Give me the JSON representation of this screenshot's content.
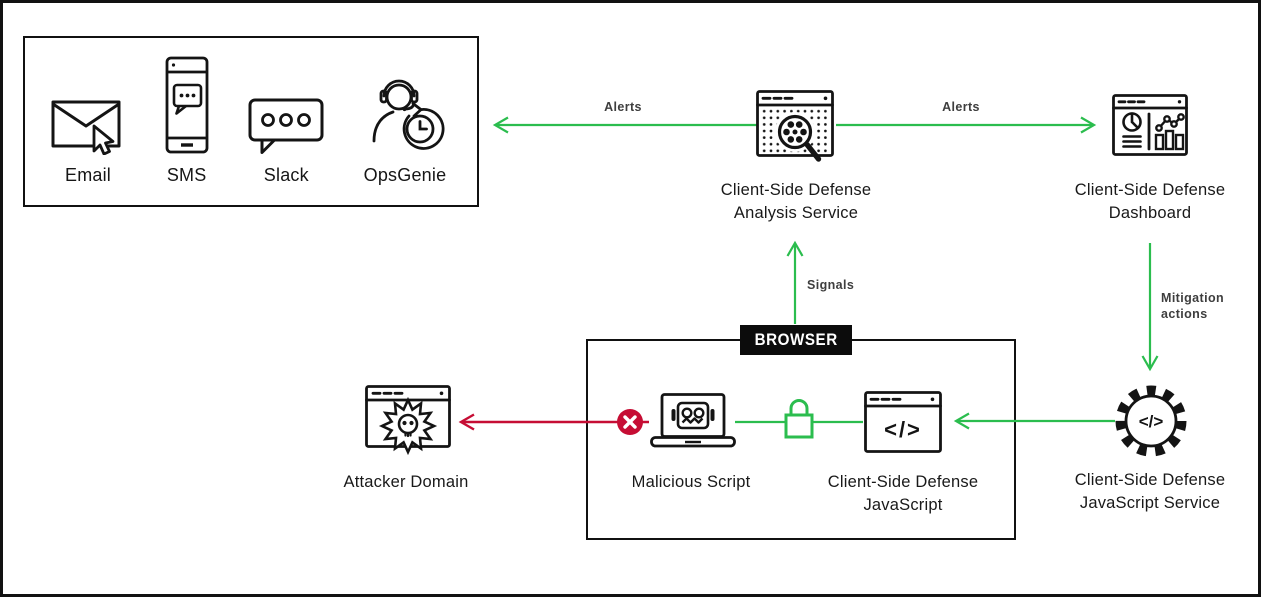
{
  "colors": {
    "green": "#2bbd4e",
    "red": "#c60d34",
    "ink": "#141414"
  },
  "alert_channels": {
    "items": [
      {
        "label": "Email",
        "icon": "email-icon"
      },
      {
        "label": "SMS",
        "icon": "sms-icon"
      },
      {
        "label": "Slack",
        "icon": "slack-icon"
      },
      {
        "label": "OpsGenie",
        "icon": "opsgenie-icon"
      }
    ]
  },
  "browser": {
    "label": "BROWSER"
  },
  "nodes": {
    "analysis_service": {
      "line1": "Client-Side Defense",
      "line2": "Analysis Service"
    },
    "dashboard": {
      "line1": "Client-Side Defense",
      "line2": "Dashboard"
    },
    "js_service": {
      "line1": "Client-Side Defense",
      "line2": "JavaScript Service"
    },
    "csd_javascript": {
      "line1": "Client-Side Defense",
      "line2": "JavaScript"
    },
    "malicious_script": {
      "label": "Malicious Script"
    },
    "attacker_domain": {
      "label": "Attacker Domain"
    }
  },
  "edges": {
    "alerts_left": "Alerts",
    "alerts_right": "Alerts",
    "signals": "Signals",
    "mitigation": "Mitigation actions"
  },
  "glyphs": {
    "code": "</>"
  }
}
